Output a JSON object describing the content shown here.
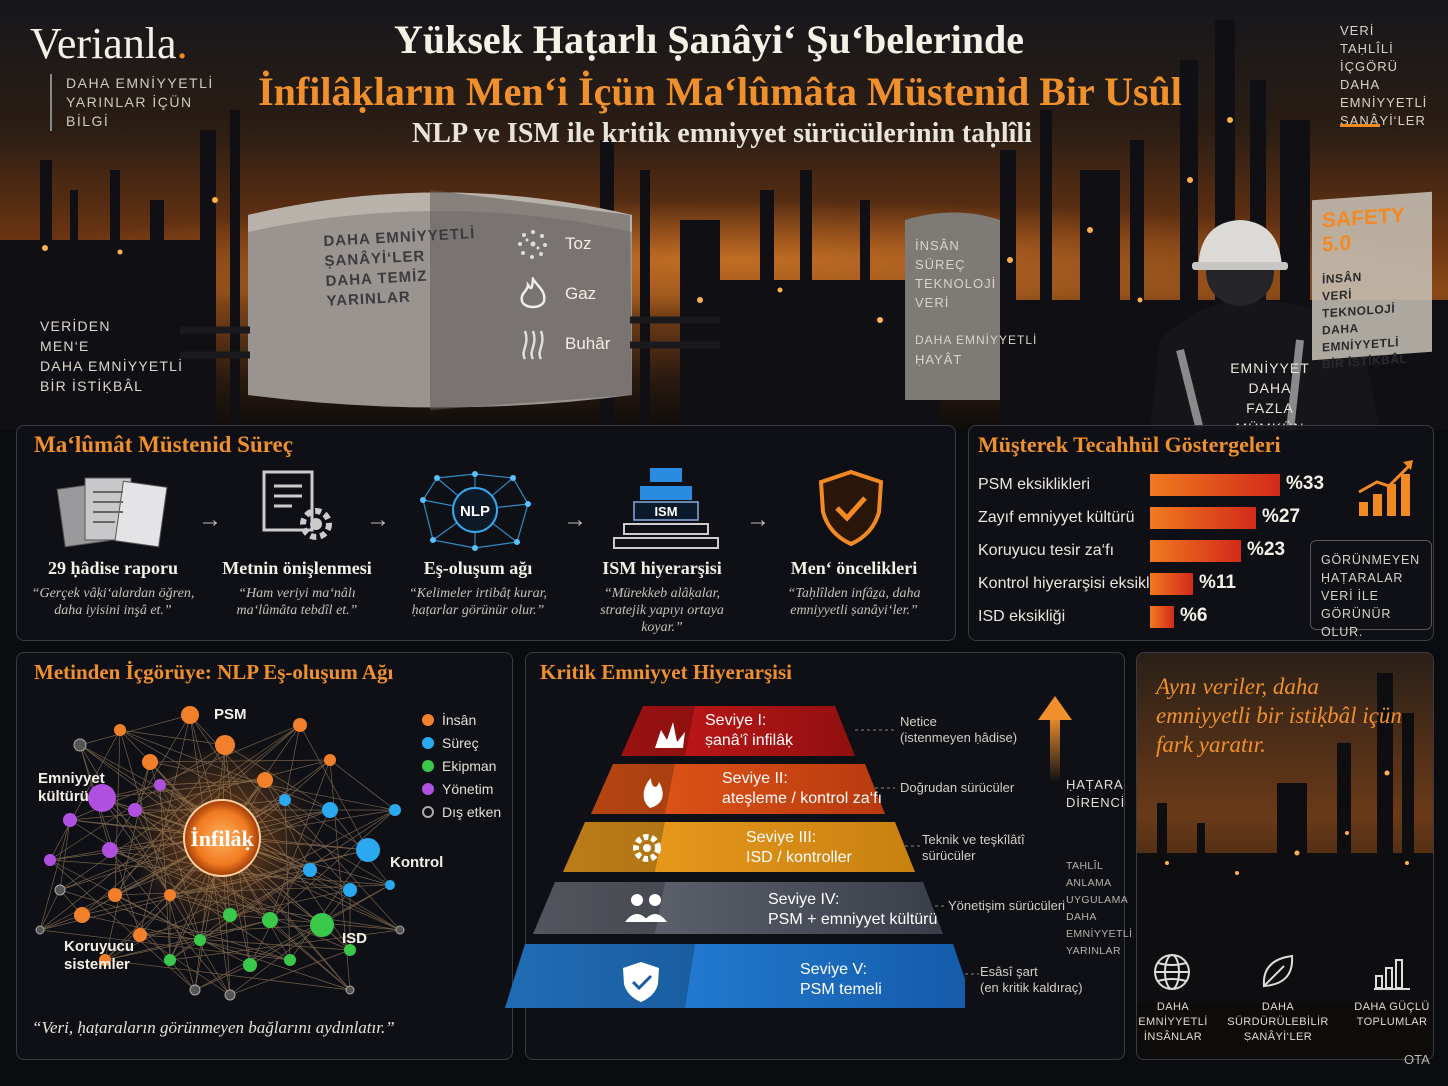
{
  "brand": {
    "name": "Verianla",
    "dot": ".",
    "tagline": [
      "DAHA EMNİYYETLİ",
      "YARINLAR İÇÜN",
      "BİLGİ"
    ]
  },
  "header": {
    "title_line1": "Yüksek Ḥaṭarlı Ṣanâyi‘ Şu‘belerinde",
    "title_line2": "İnfilâḳların Men‘i İçün Ma‘lûmâta Müstenid Bir Usûl",
    "subtitle": "NLP ve ISM ile kritik emniyyet sürücülerinin taḥlîli"
  },
  "hero": {
    "top_right": [
      "VERİ",
      "TAḤLÎLİ",
      "İÇGÖRÜ",
      "DAHA EMNİYYETLİ",
      "ṢANÂYİ‘LER"
    ],
    "left_note": [
      "VERİDEN",
      "MEN‘E",
      "DAHA EMNİYYETLİ",
      "BİR İSTİḲBÂL"
    ],
    "tank": [
      "DAHA EMNİYYETLİ",
      "ṢANÂYİ‘LER",
      "DAHA TEMİZ",
      "YARINLAR"
    ],
    "hazards": [
      {
        "icon": "dust-icon",
        "label": "Toz"
      },
      {
        "icon": "flame-icon",
        "label": "Gaz"
      },
      {
        "icon": "steam-icon",
        "label": "Buhâr"
      }
    ],
    "tower": [
      "İNSÂN",
      "SÜREÇ",
      "TEKNOLOJİ",
      "VERİ",
      "",
      "DAHA EMNİYYETLİ",
      "ḤAYÂT"
    ],
    "safety_sign": {
      "title": "SAFETY 5.0",
      "lines": [
        "İNSÂN",
        "VERİ",
        "TEKNOLOJİ",
        "DAHA EMNİYYETLİ",
        "BİR İSTİḲBÂL"
      ]
    },
    "worker": [
      "EMNİYYET",
      "DAHA FAZLA",
      "MÜMKÜN"
    ]
  },
  "process": {
    "title": "Ma‘lûmât Müstenid Süreç",
    "steps": [
      {
        "label": "29 ḥâdise raporu",
        "quote": "“Gerçek vâḳi‘alardan öğren, daha iyisini inşâ et.”",
        "icon": "documents-icon"
      },
      {
        "label": "Metnin önişlenmesi",
        "quote": "“Ham veriyi ma‘nâlı ma‘lûmâta tebdîl et.”",
        "icon": "text-gear-icon"
      },
      {
        "label": "Eş-oluşum ağı",
        "quote": "“Kelimeler irtibâṭ kurar, ḥaṭarlar görünür olur.”",
        "icon": "nlp-network-icon",
        "badge": "NLP"
      },
      {
        "label": "ISM hiyerarşisi",
        "quote": "“Mürekkeb alâḳalar, stratejik yapıyı ortaya koyar.”",
        "icon": "ism-pyramid-icon",
        "badge": "ISM"
      },
      {
        "label": "Men‘ öncelikleri",
        "quote": "“Taḥlîlden infâẕa, daha emniyyetli ṣanâyi‘ler.”",
        "icon": "shield-check-icon"
      }
    ]
  },
  "indicators": {
    "title": "Müşterek Tecahhül Göstergeleri",
    "items": [
      {
        "label": "PSM eksiklikleri",
        "value": 33,
        "display": "%33"
      },
      {
        "label": "Zayıf emniyyet kültürü",
        "value": 27,
        "display": "%27"
      },
      {
        "label": "Koruyucu tesir za‘fı",
        "value": 23,
        "display": "%23"
      },
      {
        "label": "Kontrol hiyerarşisi eksikliği",
        "value": 11,
        "display": "%11"
      },
      {
        "label": "ISD eksikliği",
        "value": 6,
        "display": "%6"
      }
    ],
    "note": [
      "GÖRÜNMEYEN",
      "ḤAṬARALAR",
      "VERİ İLE",
      "GÖRÜNÜR OLUR."
    ]
  },
  "network": {
    "title": "Metinden İçgörüye: NLP Eş-oluşum Ağı",
    "center": "İnfilâḳ",
    "nodes": {
      "psm": "PSM",
      "culture": [
        "Emniyyet",
        "kültürü"
      ],
      "control": "Kontrol",
      "isd": "ISD",
      "protective": [
        "Koruyucu",
        "sistemler"
      ]
    },
    "legend": [
      {
        "label": "İnsân",
        "color": "#f2802a"
      },
      {
        "label": "Süreç",
        "color": "#2aa8f0"
      },
      {
        "label": "Ekipman",
        "color": "#3ac84a"
      },
      {
        "label": "Yönetim",
        "color": "#b050e0"
      },
      {
        "label": "Dış etken",
        "color": "#888888"
      }
    ],
    "quote": "“Veri, ḥaṭaraların görünmeyen bağlarını aydınlatır.”"
  },
  "hierarchy": {
    "title": "Kritik Emniyyet Hiyerarşisi",
    "levels": [
      {
        "name": "Seviye I:",
        "desc": "ṣanâ‘î infilâḳ",
        "side": [
          "Netice",
          "(istenmeyen ḥâdise)"
        ],
        "icon": "explosion-icon"
      },
      {
        "name": "Seviye II:",
        "desc": "ateşleme / kontrol za‘fı",
        "side": [
          "Doğrudan sürücüler"
        ],
        "icon": "fire-icon"
      },
      {
        "name": "Seviye III:",
        "desc": "ISD / kontroller",
        "side": [
          "Teknik ve teşkîlâtî",
          "sürücüler"
        ],
        "icon": "gear-icon"
      },
      {
        "name": "Seviye IV:",
        "desc": "PSM + emniyyet kültürü",
        "side": [
          "Yönetişim sürücüleri"
        ],
        "icon": "people-icon"
      },
      {
        "name": "Seviye V:",
        "desc": "PSM temeli",
        "side": [
          "Esâsî şart",
          "(en kritik kaldıraç)"
        ],
        "icon": "shield-icon"
      }
    ],
    "arrow_label": [
      "ḤAṬARA",
      "DİRENCİ"
    ],
    "side_note": [
      "TAḤLÎL",
      "ANLAMA",
      "UYGULAMA",
      "DAHA",
      "EMNİYYETLİ",
      "YARINLAR"
    ]
  },
  "closing": {
    "quote": "Aynı veriler, daha emniyyetli bir istiḳbâl içün fark yaratır.",
    "icons": [
      {
        "icon": "globe-icon",
        "label": [
          "DAHA EMNİYYETLİ",
          "İNSÂNLAR"
        ]
      },
      {
        "icon": "leaf-icon",
        "label": [
          "DAHA SÜRDÜRÜLEBİLİR",
          "ṢANÂYİ‘LER"
        ]
      },
      {
        "icon": "bar-chart-icon",
        "label": [
          "DAHA GÜÇLÜ",
          "TOPLUMLAR"
        ]
      }
    ],
    "corner": "OTA"
  },
  "colors": {
    "accent": "#f0902c",
    "panel_border": "#3a3a42"
  }
}
